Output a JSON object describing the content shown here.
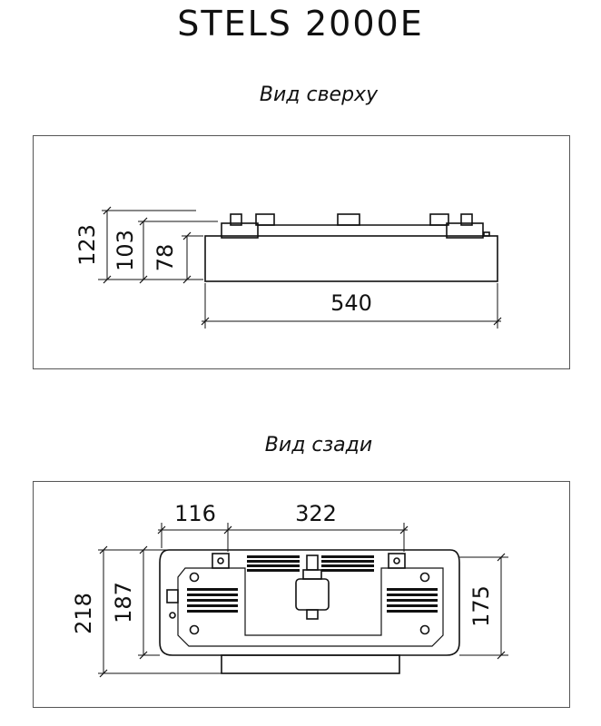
{
  "title": "STELS 2000E",
  "top_view": {
    "heading": "Вид сверху",
    "dims": {
      "height_total": "123",
      "height_mid": "103",
      "height_body": "78",
      "width": "540"
    }
  },
  "rear_view": {
    "heading": "Вид сзади",
    "dims": {
      "offset": "116",
      "spacing": "322",
      "height_total": "218",
      "height_body": "187",
      "height_right": "175"
    }
  }
}
